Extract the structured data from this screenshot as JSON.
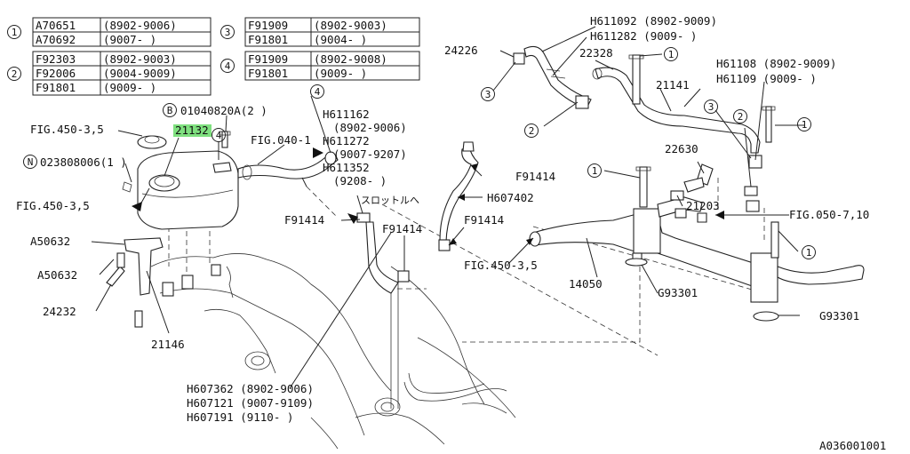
{
  "legend": {
    "g1": {
      "num": "1",
      "rows": [
        [
          "A70651",
          "(8902-9006)"
        ],
        [
          "A70692",
          "(9007-     )"
        ]
      ]
    },
    "g2": {
      "num": "2",
      "rows": [
        [
          "F92303",
          "(8902-9003)"
        ],
        [
          "F92006",
          "(9004-9009)"
        ],
        [
          "F91801",
          "(9009-     )"
        ]
      ]
    },
    "g3": {
      "num": "3",
      "rows": [
        [
          "F91909",
          "(8902-9003)"
        ],
        [
          "F91801",
          "(9004-     )"
        ]
      ]
    },
    "g4": {
      "num": "4",
      "rows": [
        [
          "F91909",
          "(8902-9008)"
        ],
        [
          "F91801",
          "(9009-     )"
        ]
      ]
    }
  },
  "callout_numbers": [
    "1",
    "2",
    "3",
    "4"
  ],
  "labels": {
    "fig450_top": "FIG.450-3,5",
    "fig450_mid": "FIG.450-3,5",
    "b_circle": "B",
    "b_part": "01040820A(2  )",
    "n_circle": "N",
    "n_part": "023808006(1  )",
    "p21132": "21132",
    "fig040": "FIG.040-1",
    "a50632a": "A50632",
    "a50632b": "A50632",
    "p24232": "24232",
    "p21146": "21146",
    "h611162": "H611162",
    "h611162d": "(8902-9006)",
    "h611272": "H611272",
    "h611272d": "(9007-9207)",
    "h611352": "H611352",
    "h611352d": "(9208-     )",
    "throttle": "スロットルへ",
    "f91414a": "F91414",
    "f91414b": "F91414",
    "f91414c": "F91414",
    "f91414d": "F91414",
    "h607402": "H607402",
    "fig450_low": "FIG.450-3,5",
    "p14050": "14050",
    "h607362": "H607362 (8902-9006)",
    "h607121": "H607121  (9007-9109)",
    "h607191": "H607191  (9110-     )",
    "p24226": "24226",
    "h611092": "H611092 (8902-9009)",
    "h611282": "H611282 (9009-        )",
    "p22328": "22328",
    "p21141": "21141",
    "h61108": "H61108 (8902-9009)",
    "h61109": "H61109 (9009-       )",
    "p22630": "22630",
    "p21203": "21203",
    "fig050": "FIG.050-7,10",
    "g93301a": "G93301",
    "g93301b": "G93301",
    "ref": "A036001001"
  },
  "colors": {
    "highlight": "#7fe07f",
    "ink": "#111111"
  }
}
